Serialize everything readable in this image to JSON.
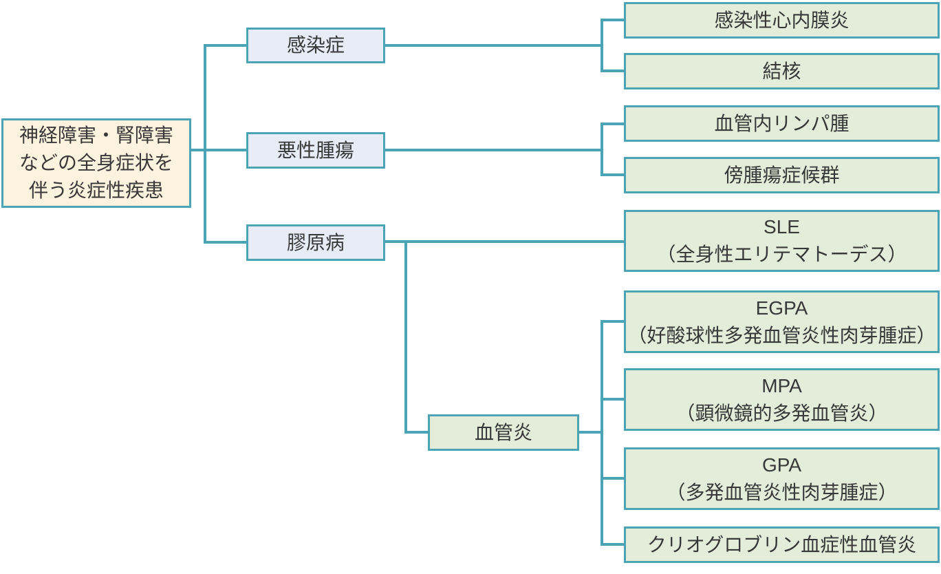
{
  "colors": {
    "line": "#4AA4B5",
    "root_fill": "#FCF3DE",
    "branch_fill": "#E8ECF7",
    "leaf_fill": "#E3EDDA",
    "text": "#383838",
    "background": "#FFFFFF"
  },
  "root": {
    "lines": [
      "神経障害・腎障害",
      "などの全身症状を",
      "伴う炎症性疾患"
    ]
  },
  "branches": [
    {
      "label": "感染症",
      "children": [
        {
          "lines": [
            "感染性心内膜炎"
          ]
        },
        {
          "lines": [
            "結核"
          ]
        }
      ]
    },
    {
      "label": "悪性腫瘍",
      "children": [
        {
          "lines": [
            "血管内リンパ腫"
          ]
        },
        {
          "lines": [
            "傍腫瘍症候群"
          ]
        }
      ]
    },
    {
      "label": "膠原病",
      "children": [
        {
          "lines": [
            "SLE",
            "（全身性エリテマトーデス）"
          ]
        }
      ],
      "sub_branch": {
        "label": "血管炎",
        "children": [
          {
            "lines": [
              "EGPA",
              "（好酸球性多発血管炎性肉芽腫症）"
            ]
          },
          {
            "lines": [
              "MPA",
              "（顕微鏡的多発血管炎）"
            ]
          },
          {
            "lines": [
              "GPA",
              "（多発血管炎性肉芽腫症）"
            ]
          },
          {
            "lines": [
              "クリオグロブリン血症性血管炎"
            ]
          }
        ]
      }
    }
  ]
}
